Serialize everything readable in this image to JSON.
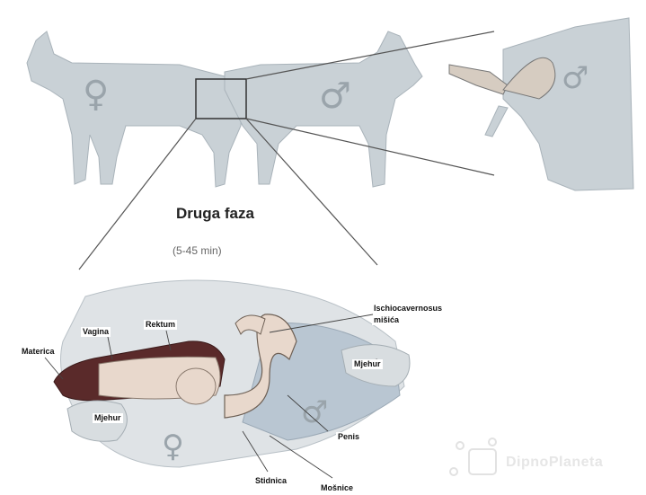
{
  "phase_title": "Druga faza",
  "phase_duration": "(5-45 min)",
  "labels": {
    "ischio": "Ischiocavernosus",
    "ischio2": "mišića",
    "vagina": "Vagina",
    "rektum": "Rektum",
    "materica": "Materica",
    "mjehur_male": "Mjehur",
    "mjehur_female": "Mjehur",
    "penis": "Penis",
    "stidnica": "Stidnica",
    "mosnice": "Mošnice"
  },
  "symbols": {
    "female": "♀",
    "male": "♂"
  },
  "watermark": "DipnoPlaneta",
  "colors": {
    "silhouette": "#c9d1d6",
    "silhouette_stroke": "#a9b3ba",
    "male_region": "#b9c6d2",
    "tract_dark": "#5a2a2a",
    "tract_light": "#e8d8cc",
    "line": "#555555"
  }
}
